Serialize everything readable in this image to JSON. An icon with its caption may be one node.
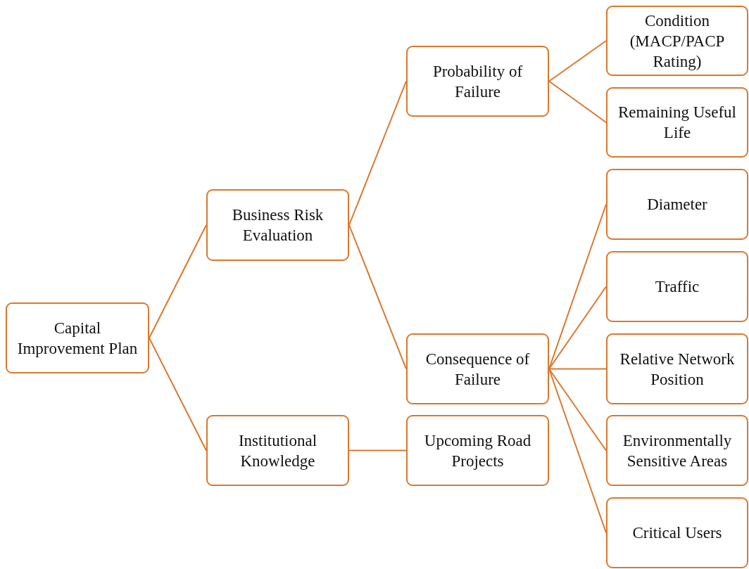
{
  "diagram": {
    "nodes": [
      {
        "text": [
          "Capital Improvement Plan"
        ]
      },
      {
        "text": [
          "Business Risk Evaluation"
        ]
      },
      {
        "text": [
          "Institutional Knowledge"
        ]
      },
      {
        "text": [
          "Probability of Failure"
        ]
      },
      {
        "text": [
          "Consequence of Failure"
        ]
      },
      {
        "text": [
          "Upcoming Road Projects"
        ]
      },
      {
        "text": [
          "Condition (MACP/PACP Rating)"
        ]
      },
      {
        "text": [
          "Remaining Useful Life"
        ]
      },
      {
        "text": [
          "Diameter"
        ]
      },
      {
        "text": [
          "Traffic"
        ]
      },
      {
        "text": [
          "Relative Network Position"
        ]
      },
      {
        "text": [
          "Environmentally Sensitive Areas"
        ]
      },
      {
        "text": [
          "Critical Users"
        ]
      }
    ],
    "edges": [
      {
        "from": 0,
        "to": 1,
        "arrow": "none"
      },
      {
        "from": 0,
        "to": 2,
        "arrow": "none"
      },
      {
        "from": 1,
        "to": 3,
        "arrow": "none"
      },
      {
        "from": 1,
        "to": 4,
        "arrow": "none"
      },
      {
        "from": 2,
        "to": 5,
        "arrow": "none"
      },
      {
        "from": 3,
        "to": 6,
        "arrow": "none"
      },
      {
        "from": 3,
        "to": 7,
        "arrow": "none"
      },
      {
        "from": 4,
        "to": 8,
        "arrow": "none"
      },
      {
        "from": 4,
        "to": 9,
        "arrow": "none"
      },
      {
        "from": 4,
        "to": 10,
        "arrow": "none"
      },
      {
        "from": 4,
        "to": 11,
        "arrow": "none"
      },
      {
        "from": 4,
        "to": 12,
        "arrow": "none"
      }
    ]
  }
}
